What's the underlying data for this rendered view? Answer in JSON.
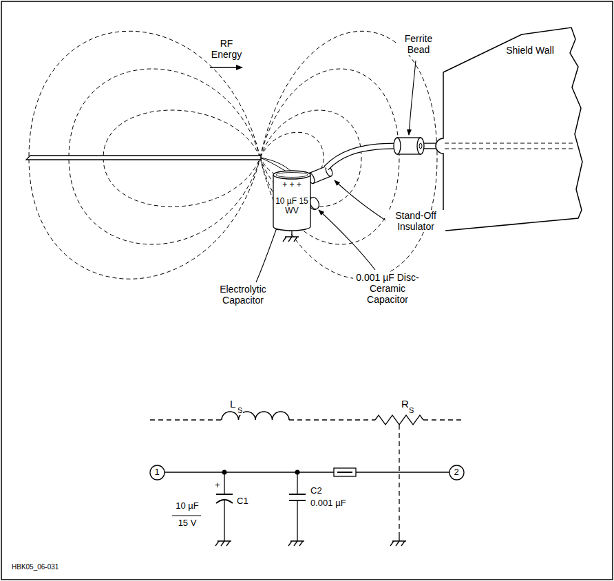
{
  "diagram": {
    "nodes": [
      {
        "text": [
          "Shield Wall"
        ]
      },
      {
        "text": [
          "+ + +",
          "10 µF 15 WV"
        ]
      },
      {
        "text": [
          "1"
        ]
      },
      {
        "text": [
          "2"
        ]
      }
    ],
    "labels": [
      "RF Energy",
      "Ferrite Bead",
      "Stand-Off Insulator",
      "0.001 µF Disc-Ceramic Capacitor",
      "Electrolytic Capacitor",
      "L",
      "S",
      "R",
      "S",
      "10 µF",
      "15 V",
      "C1",
      "C2",
      "0.001 µF",
      "HBK05_06-031",
      "+"
    ]
  }
}
